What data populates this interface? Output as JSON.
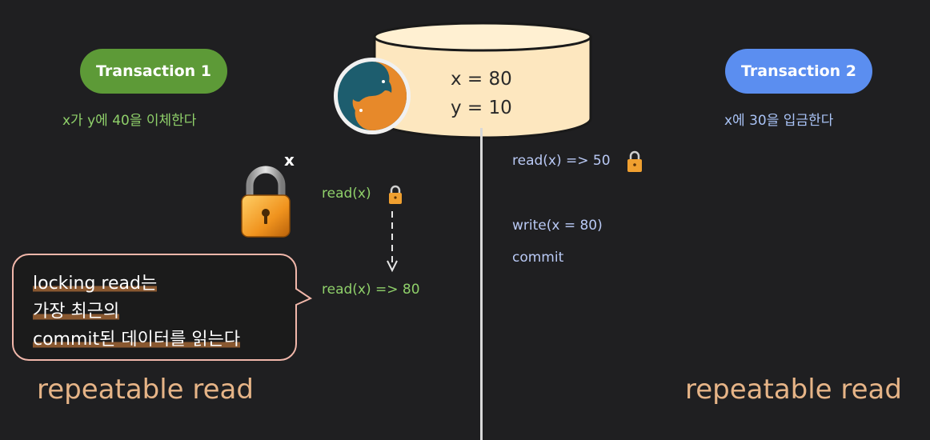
{
  "transaction1": {
    "label": "Transaction 1",
    "description": "x가 y에 40을 이체한다",
    "color": "#5d9a37"
  },
  "transaction2": {
    "label": "Transaction 2",
    "description": "x에 30을 입금한다",
    "color": "#5b8ef0"
  },
  "database": {
    "x_value": "x = 80",
    "y_value": "y = 10",
    "logo_icon": "mysql-dolphin-icon"
  },
  "lock": {
    "label": "x",
    "icon": "padlock-icon"
  },
  "t1_operations": [
    "read(x)",
    "read(x) => 80"
  ],
  "t2_operations": [
    "read(x) => 50",
    "write(x = 80)",
    "commit"
  ],
  "bubble": {
    "lines": [
      "locking read는",
      "가장 최근의",
      "commit된 데이터를 읽는다"
    ]
  },
  "footer": {
    "left": "repeatable read",
    "right": "repeatable read"
  }
}
